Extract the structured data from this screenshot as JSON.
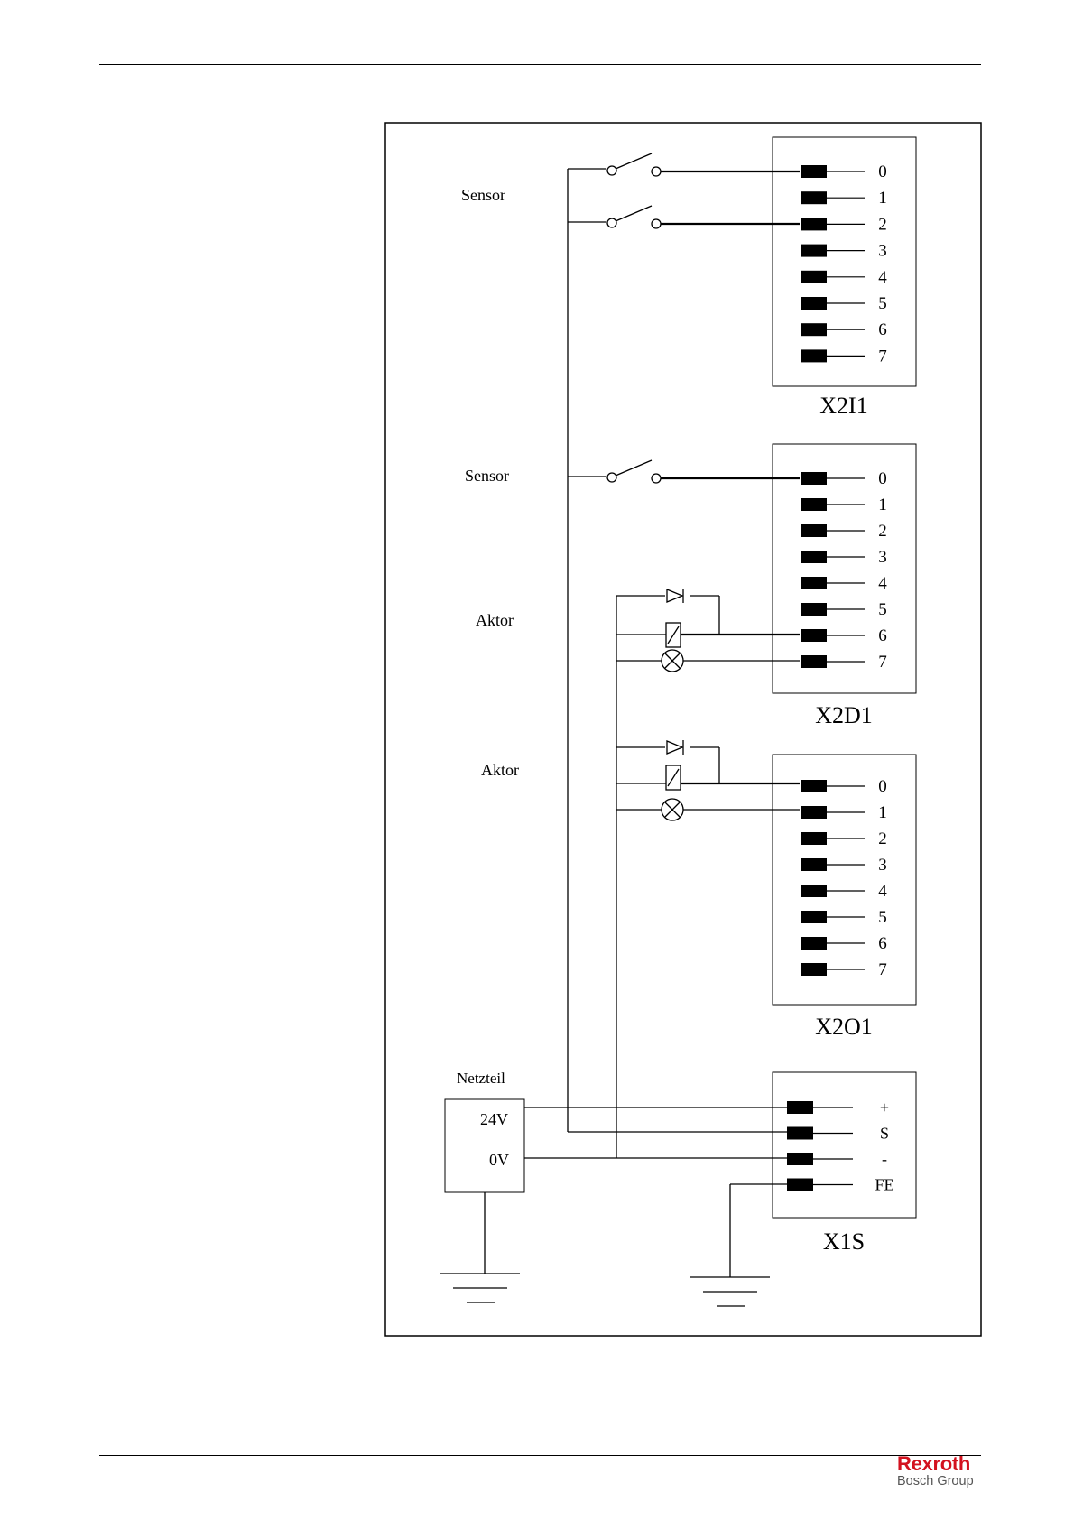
{
  "diagram": {
    "labels": {
      "sensor_1": "Sensor",
      "sensor_2": "Sensor",
      "aktor_1": "Aktor",
      "aktor_2": "Aktor",
      "netzteil": "Netzteil",
      "v24": "24V",
      "v0": "0V"
    },
    "modules": [
      {
        "id": "X2I1",
        "pins": [
          "0",
          "1",
          "2",
          "3",
          "4",
          "5",
          "6",
          "7"
        ]
      },
      {
        "id": "X2D1",
        "pins": [
          "0",
          "1",
          "2",
          "3",
          "4",
          "5",
          "6",
          "7"
        ]
      },
      {
        "id": "X2O1",
        "pins": [
          "0",
          "1",
          "2",
          "3",
          "4",
          "5",
          "6",
          "7"
        ]
      },
      {
        "id": "X1S",
        "pins": [
          "+",
          "S",
          "-",
          "FE"
        ]
      }
    ]
  },
  "footer": {
    "brand": "Rexroth",
    "group": "Bosch Group",
    "brand_color": "#d3121f"
  }
}
